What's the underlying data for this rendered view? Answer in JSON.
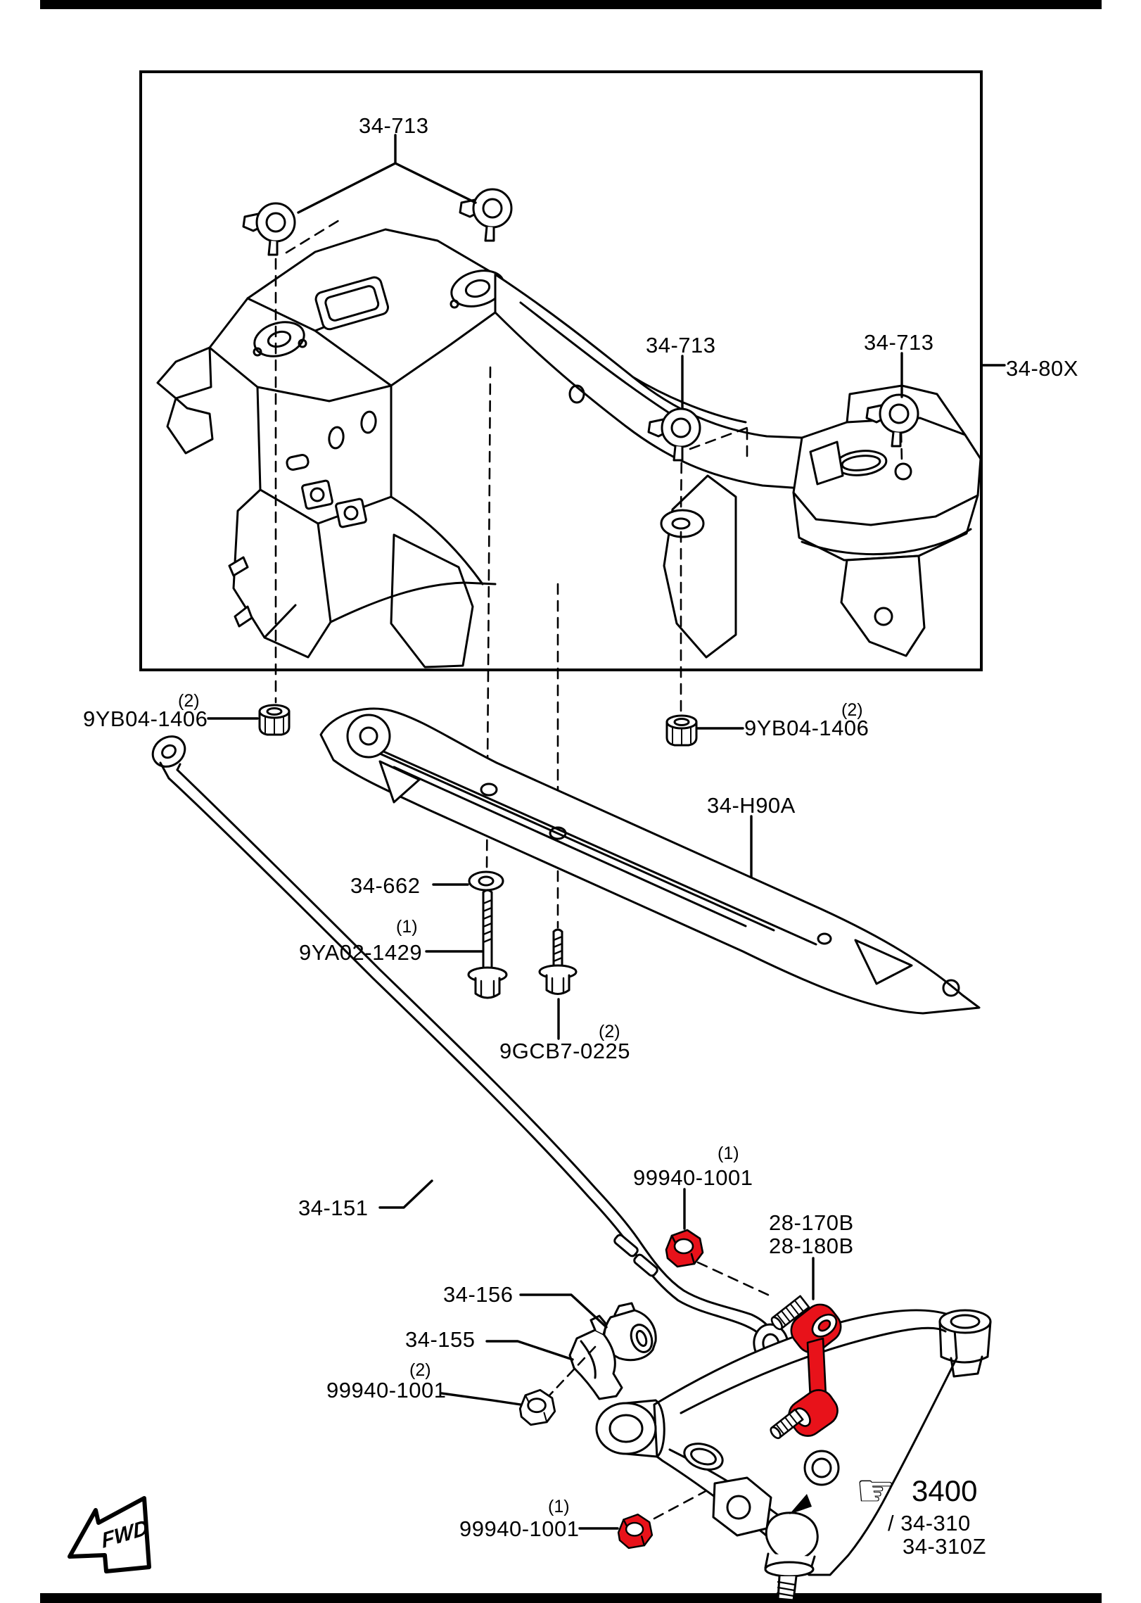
{
  "document": {
    "type": "parts-catalog-diagram",
    "section": "front suspension crossmember & stabilizer",
    "colors": {
      "line": "#000000",
      "background": "#ffffff",
      "highlight_red": "#e8121a"
    }
  },
  "labels": {
    "part_34_713": "34-713",
    "part_34_80x": "34-80X",
    "part_9yb04": "9YB04-1406",
    "part_34_h90a": "34-H90A",
    "part_34_662": "34-662",
    "part_9ya02": "9YA02-1429",
    "part_9gcb7": "9GCB7-0225",
    "part_34_151": "34-151",
    "part_99940": "99940-1001",
    "part_28_170b": "28-170B",
    "part_28_180b": "28-180B",
    "part_34_156": "34-156",
    "part_34_155": "34-155",
    "part_3400": "3400",
    "part_34_310": "/ 34-310",
    "part_34_310z": "34-310Z",
    "qty_1": "(1)",
    "qty_2": "(2)"
  },
  "icons": {
    "fwd_arrow": "FWD",
    "hand_pointer": "☞"
  }
}
